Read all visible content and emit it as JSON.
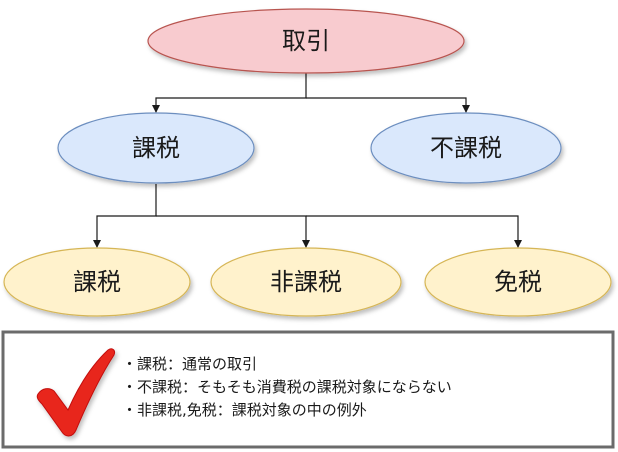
{
  "nodes": {
    "root": {
      "label": "取引",
      "fill": "#f8cbcf",
      "stroke": "#b85450"
    },
    "taxable": {
      "label": "課税",
      "fill": "#dae8fc",
      "stroke": "#6c8ebf"
    },
    "non_taxable_object": {
      "label": "不課税",
      "fill": "#dae8fc",
      "stroke": "#6c8ebf"
    },
    "taxable_leaf": {
      "label": "課税",
      "fill": "#fff2cc",
      "stroke": "#d6b656"
    },
    "tax_exempt_non": {
      "label": "非課税",
      "fill": "#fff2cc",
      "stroke": "#d6b656"
    },
    "tax_exempt": {
      "label": "免税",
      "fill": "#fff2cc",
      "stroke": "#d6b656"
    }
  },
  "edges": [
    {
      "from": "root",
      "to": "taxable"
    },
    {
      "from": "root",
      "to": "non_taxable_object"
    },
    {
      "from": "taxable",
      "to": "taxable_leaf"
    },
    {
      "from": "taxable",
      "to": "tax_exempt_non"
    },
    {
      "from": "taxable",
      "to": "tax_exempt"
    }
  ],
  "legend": {
    "icon": "checkmark-icon",
    "accent": "#e8251f",
    "lines": [
      "・課税：通常の取引",
      "・不課税：そもそも消費税の課税対象にならない",
      "・非課税,免税：課税対象の中の例外"
    ]
  }
}
